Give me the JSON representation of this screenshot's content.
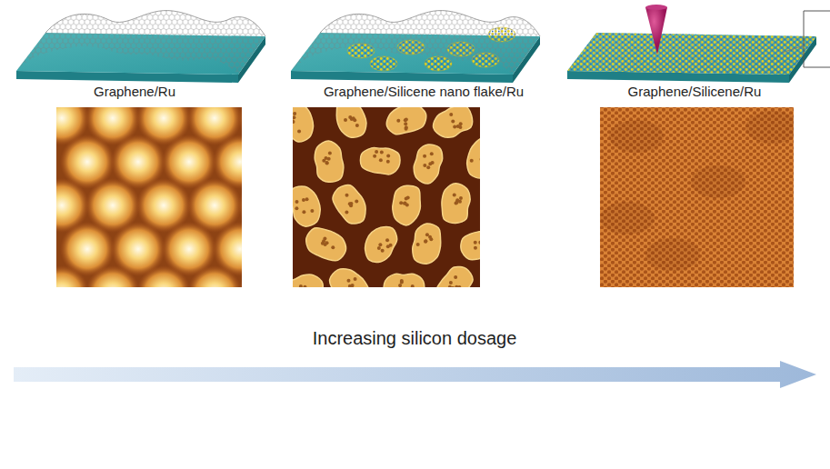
{
  "diagram": {
    "labels": [
      "Graphene/Ru",
      "Graphene/Silicene nano flake/Ru",
      "Graphene/Silicene/Ru",
      "Increasing silicon dosage"
    ]
  }
}
